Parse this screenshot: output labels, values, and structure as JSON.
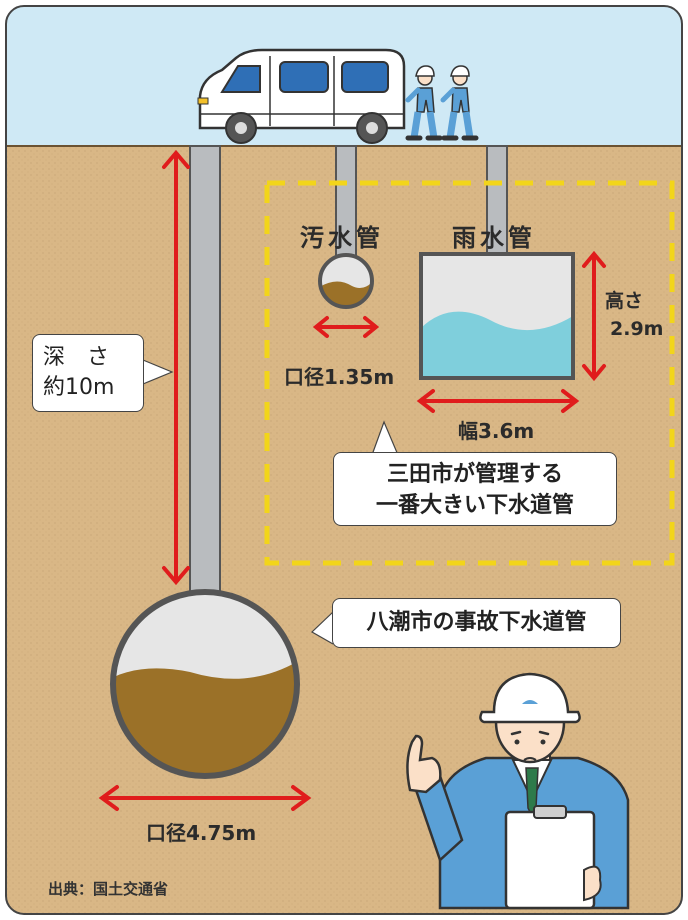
{
  "depth_label": {
    "line1": "深　さ",
    "line2": "約10m"
  },
  "sewage_pipe": {
    "title": "汚水管",
    "diameter": "口径1.35m"
  },
  "rain_pipe": {
    "title": "雨水管",
    "height_label": "高さ",
    "height_value": "2.9m",
    "width": "幅3.6m"
  },
  "city_pipe_callout": {
    "line1": "三田市が管理する",
    "line2": "一番大きい下水道管"
  },
  "accident_pipe": {
    "callout": "八潮市の事故下水道管",
    "diameter": "口径4.75m"
  },
  "source": "出典：国土交通省",
  "colors": {
    "sky": "#cfe9f5",
    "ground": "#d9b786",
    "arrow": "#e01c1c",
    "dashed_box": "#f2d51a",
    "sludge": "#9b7128",
    "water": "#7fcfdc",
    "pipe_shaft": "#b9bcbf",
    "worker_uniform": "#5aa0d6"
  },
  "icons": [
    "van-icon",
    "walking-worker-icon",
    "inspector-worker-icon",
    "clipboard-icon"
  ]
}
